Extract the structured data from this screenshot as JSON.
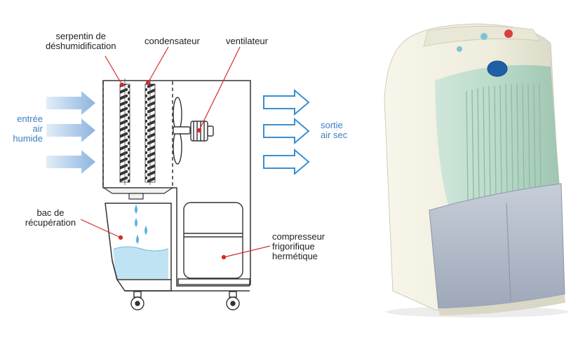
{
  "labels": {
    "serpentin": [
      "serpentin de",
      "déshumidification"
    ],
    "condensateur": "condensateur",
    "ventilateur": "ventilateur",
    "entree": [
      "entrée",
      "air",
      "humide"
    ],
    "sortie": [
      "sortie",
      "air sec"
    ],
    "bac": [
      "bac de",
      "récupération"
    ],
    "compresseur": [
      "compresseur",
      "frigorifique",
      "hermétique"
    ]
  },
  "colors": {
    "inflow_arrow": "#8db4e0",
    "outflow_arrow": "#3a8fd0",
    "leader_line": "#d42a2a",
    "water": "#bfe3f2",
    "device_body": "#f1efe1",
    "device_panel": "#bcdccc",
    "device_tank": "#aab4c4",
    "device_badge": "#1f5fa8"
  },
  "icons": [
    "inflow-arrow",
    "outflow-arrow",
    "coil",
    "fan",
    "compressor",
    "wheel",
    "water-drop",
    "dehumidifier-photo"
  ]
}
